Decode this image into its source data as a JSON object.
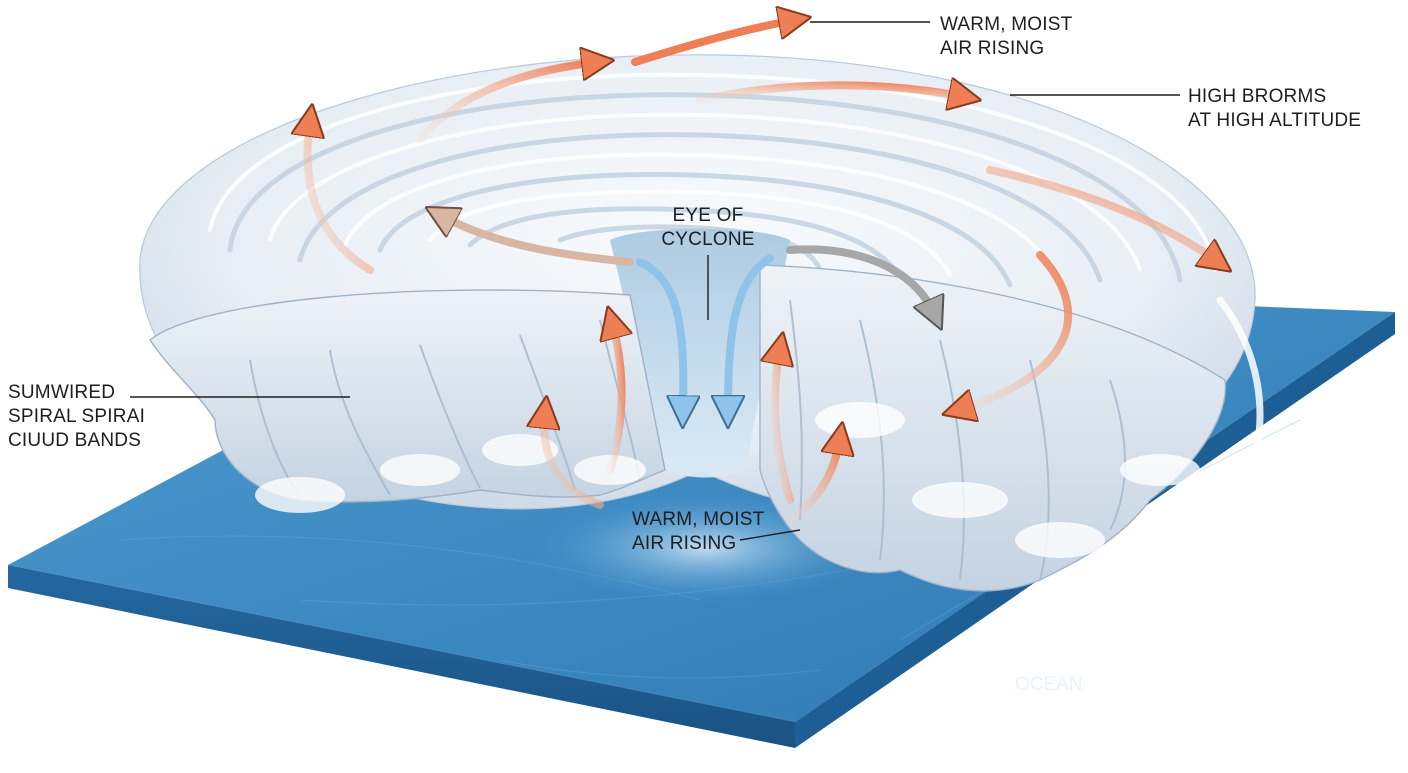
{
  "labels": {
    "top_right_rising": [
      "WARM, MOIST",
      "AIR RISING"
    ],
    "high_storms": [
      "HIGH BRORMS",
      "AT HIGH ALTITUDE"
    ],
    "eye": [
      "EYE OF",
      "CYCLONE"
    ],
    "spiral_bands": [
      "SUMWIRED",
      "SPIRAL SPIRAI",
      "CIUUD BANDS"
    ],
    "center_rising": [
      "WARM, MOIST",
      "AIR RISING"
    ],
    "ocean": "OCEAN"
  },
  "colors": {
    "ocean_top": "#3f8fc6",
    "ocean_side": "#1f6aa3",
    "cloud": "#f4f7fb",
    "cloud_shade": "#c9d6e4",
    "warm_arrow": "#ee7e54",
    "cool_arrow": "#8fc4ea",
    "neutral_arrow": "#a7a7a7",
    "text": "#1e1e1e"
  },
  "icons": [
    "warm-air-arrow",
    "cool-descending-arrow",
    "outflow-arrow"
  ]
}
